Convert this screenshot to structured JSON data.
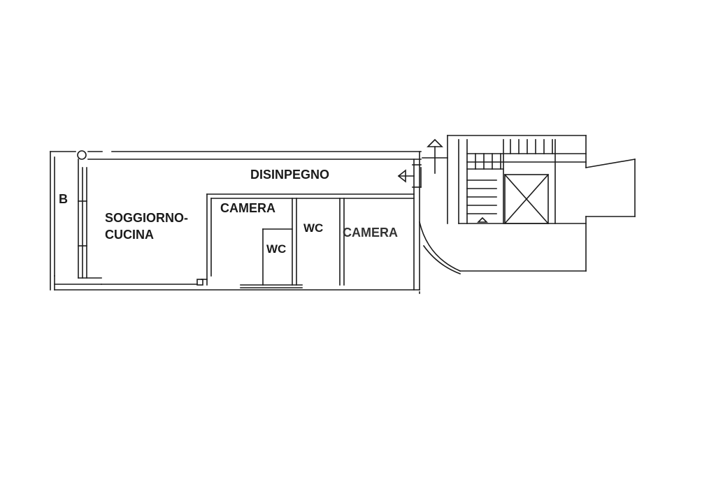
{
  "rooms": {
    "balcony": "B",
    "living_line1": "SOGGIORNO-",
    "living_line2": "CUCINA",
    "hallway": "DISINPEGNO",
    "bedroom_1": "CAMERA",
    "wc_1": "WC",
    "wc_2": "WC",
    "bedroom_2": "CAMERA"
  },
  "colors": {
    "wall": "#1a1a1a",
    "background": "#ffffff"
  },
  "icons": {
    "entry_arrow": "arrow-left-icon",
    "north_arrow": "arrow-up-icon",
    "stair_direction": "arrow-down-icon",
    "lift_shaft": "cross-box-icon"
  }
}
